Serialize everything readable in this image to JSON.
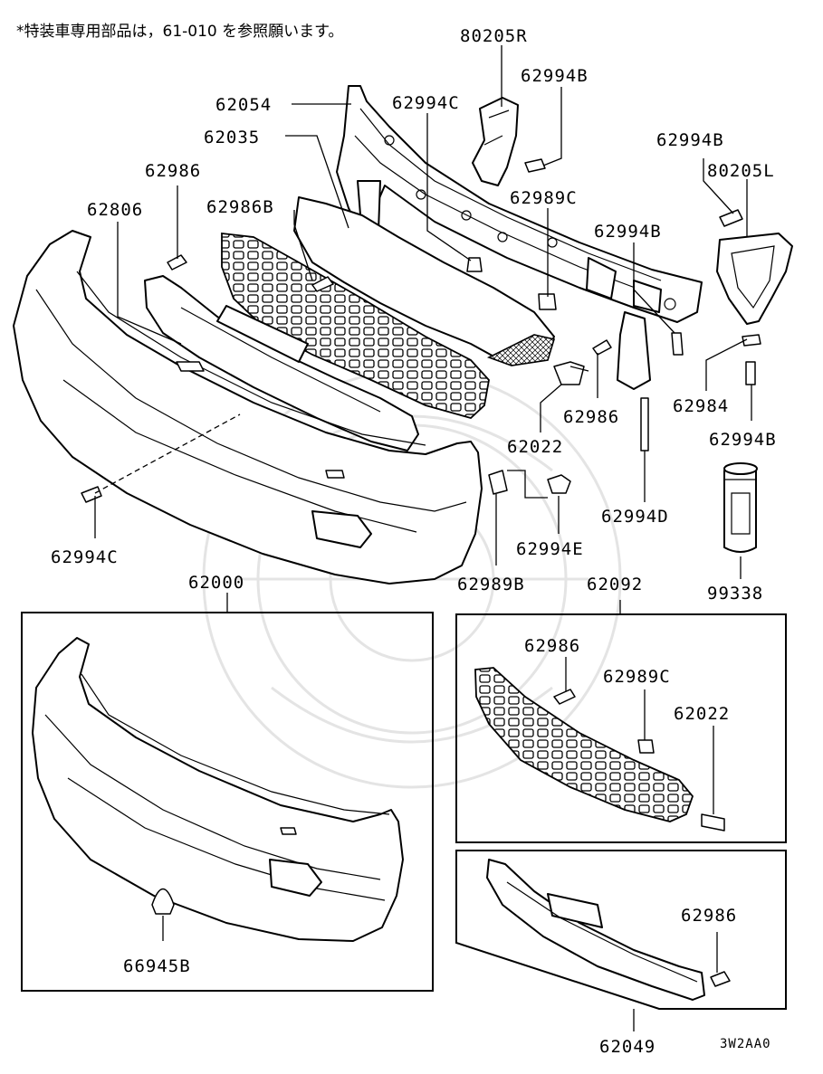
{
  "note": "*特装車専用部品は，61-010 を参照願います。",
  "diagram_code": "3W2AA0",
  "parts": {
    "p80205R": "80205R",
    "p62994B_a": "62994B",
    "p62054": "62054",
    "p62994C_a": "62994C",
    "p62035": "62035",
    "p62994B_b": "62994B",
    "p80205L": "80205L",
    "p62986_a": "62986",
    "p62806": "62806",
    "p62986B": "62986B",
    "p62989C_a": "62989C",
    "p62994B_c": "62994B",
    "p62986_b": "62986",
    "p62984": "62984",
    "p62022_a": "62022",
    "p62994B_d": "62994B",
    "p62994C_b": "62994C",
    "p62994D": "62994D",
    "p62994E": "62994E",
    "p62989B": "62989B",
    "p99338": "99338",
    "p62000": "62000",
    "p62092": "62092",
    "p62986_c": "62986",
    "p62989C_b": "62989C",
    "p62022_b": "62022",
    "p66945B": "66945B",
    "p62986_d": "62986",
    "p62049": "62049"
  }
}
